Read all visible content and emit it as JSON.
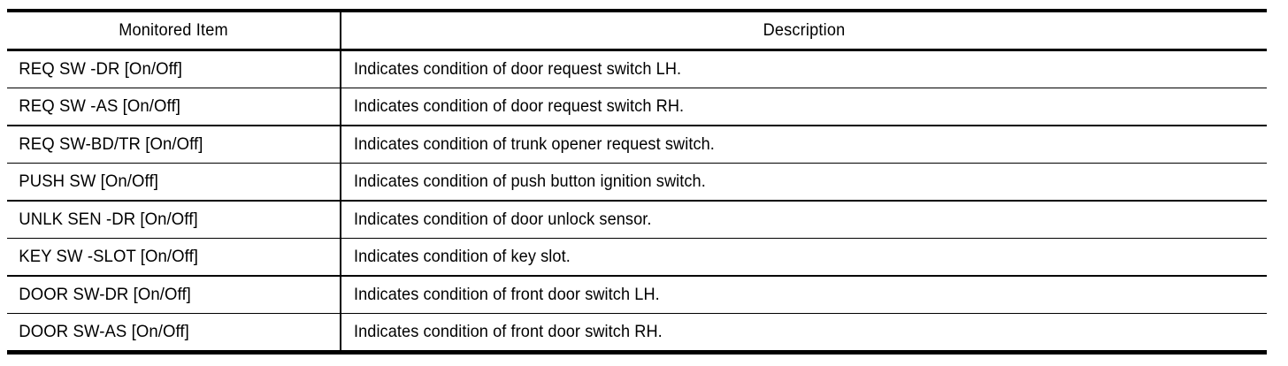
{
  "table": {
    "columns": [
      {
        "key": "item",
        "header": "Monitored Item",
        "align": "center"
      },
      {
        "key": "description",
        "header": "Description",
        "align": "center"
      }
    ],
    "rows": [
      {
        "item": "REQ SW -DR [On/Off]",
        "description": "Indicates condition of door request switch LH."
      },
      {
        "item": "REQ SW -AS [On/Off]",
        "description": "Indicates condition of door request switch RH."
      },
      {
        "item": "REQ SW-BD/TR [On/Off]",
        "description": "Indicates condition of trunk opener request switch."
      },
      {
        "item": "PUSH SW [On/Off]",
        "description": "Indicates condition of push button ignition switch."
      },
      {
        "item": "UNLK SEN -DR [On/Off]",
        "description": "Indicates condition of door unlock sensor."
      },
      {
        "item": "KEY SW -SLOT [On/Off]",
        "description": "Indicates condition of key slot."
      },
      {
        "item": "DOOR SW-DR [On/Off]",
        "description": "Indicates condition of front door switch LH."
      },
      {
        "item": "DOOR SW-AS [On/Off]",
        "description": "Indicates condition of front door switch RH."
      }
    ]
  },
  "colors": {
    "rule": "#000000",
    "text": "#000000",
    "background": "#ffffff"
  }
}
